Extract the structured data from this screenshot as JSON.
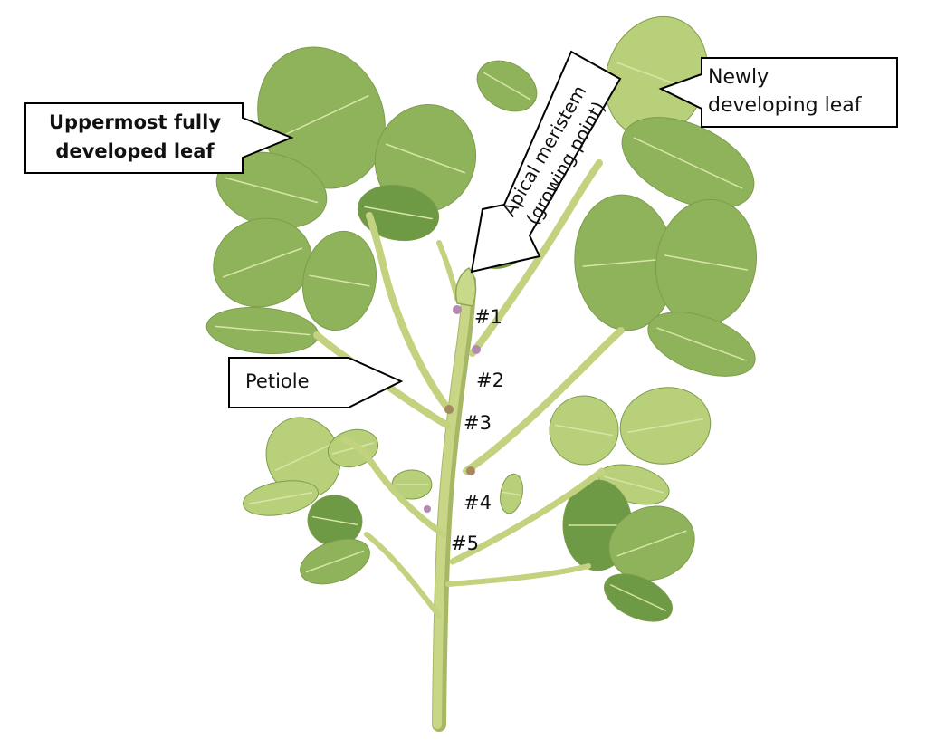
{
  "diagram": {
    "callouts": {
      "uppermost_leaf": {
        "line1": "Uppermost fully",
        "line2": "developed leaf"
      },
      "newly_developing_leaf": {
        "line1": "Newly",
        "line2": "developing leaf"
      },
      "apical_meristem": {
        "line1": "Apical meristem",
        "line2": "(growing point)"
      },
      "petiole": {
        "label": "Petiole"
      }
    },
    "nodes": [
      "#1",
      "#2",
      "#3",
      "#4",
      "#5"
    ]
  },
  "colors": {
    "leaf_light": "#b9d07a",
    "leaf_mid": "#8fb35a",
    "leaf_dark": "#6f9a45",
    "vein": "#d7e5a8",
    "stem": "#c3d27e",
    "stem_shadow": "#a6b865",
    "bud": "#b58ab0",
    "outline": "#000000"
  }
}
